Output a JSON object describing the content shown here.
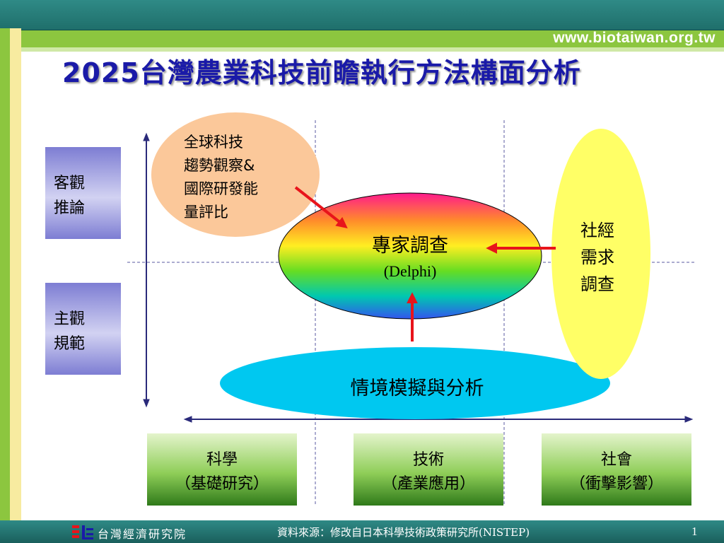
{
  "header": {
    "url": "www.biotaiwan.org.tw"
  },
  "title": "2025台灣農業科技前瞻執行方法構面分析",
  "axis_y": {
    "top_label": [
      "客觀",
      "推論"
    ],
    "bottom_label": [
      "主觀",
      "規範"
    ]
  },
  "nodes": {
    "trend": [
      "全球科技",
      "趨勢觀察&",
      "國際研發能",
      "量評比"
    ],
    "delphi": {
      "line1": "專家調查",
      "line2": "(Delphi)"
    },
    "socio": [
      "社經",
      "需求",
      "調查"
    ],
    "scenario": "情境模擬與分析"
  },
  "categories": [
    {
      "line1": "科學",
      "line2": "（基礎研究）"
    },
    {
      "line1": "技術",
      "line2": "（產業應用）"
    },
    {
      "line1": "社會",
      "line2": "（衝擊影響）"
    }
  ],
  "footer": {
    "org": "台灣經濟研究院",
    "source": "資料來源：修改自日本科學技術政策研究所(NISTEP)",
    "page": "1"
  },
  "colors": {
    "title": "#1a1aa8",
    "arrow": "#e8141b",
    "trend_fill": "#fbc89a",
    "socio_fill": "#ffff66",
    "scenario_fill": "#00c8f0"
  }
}
